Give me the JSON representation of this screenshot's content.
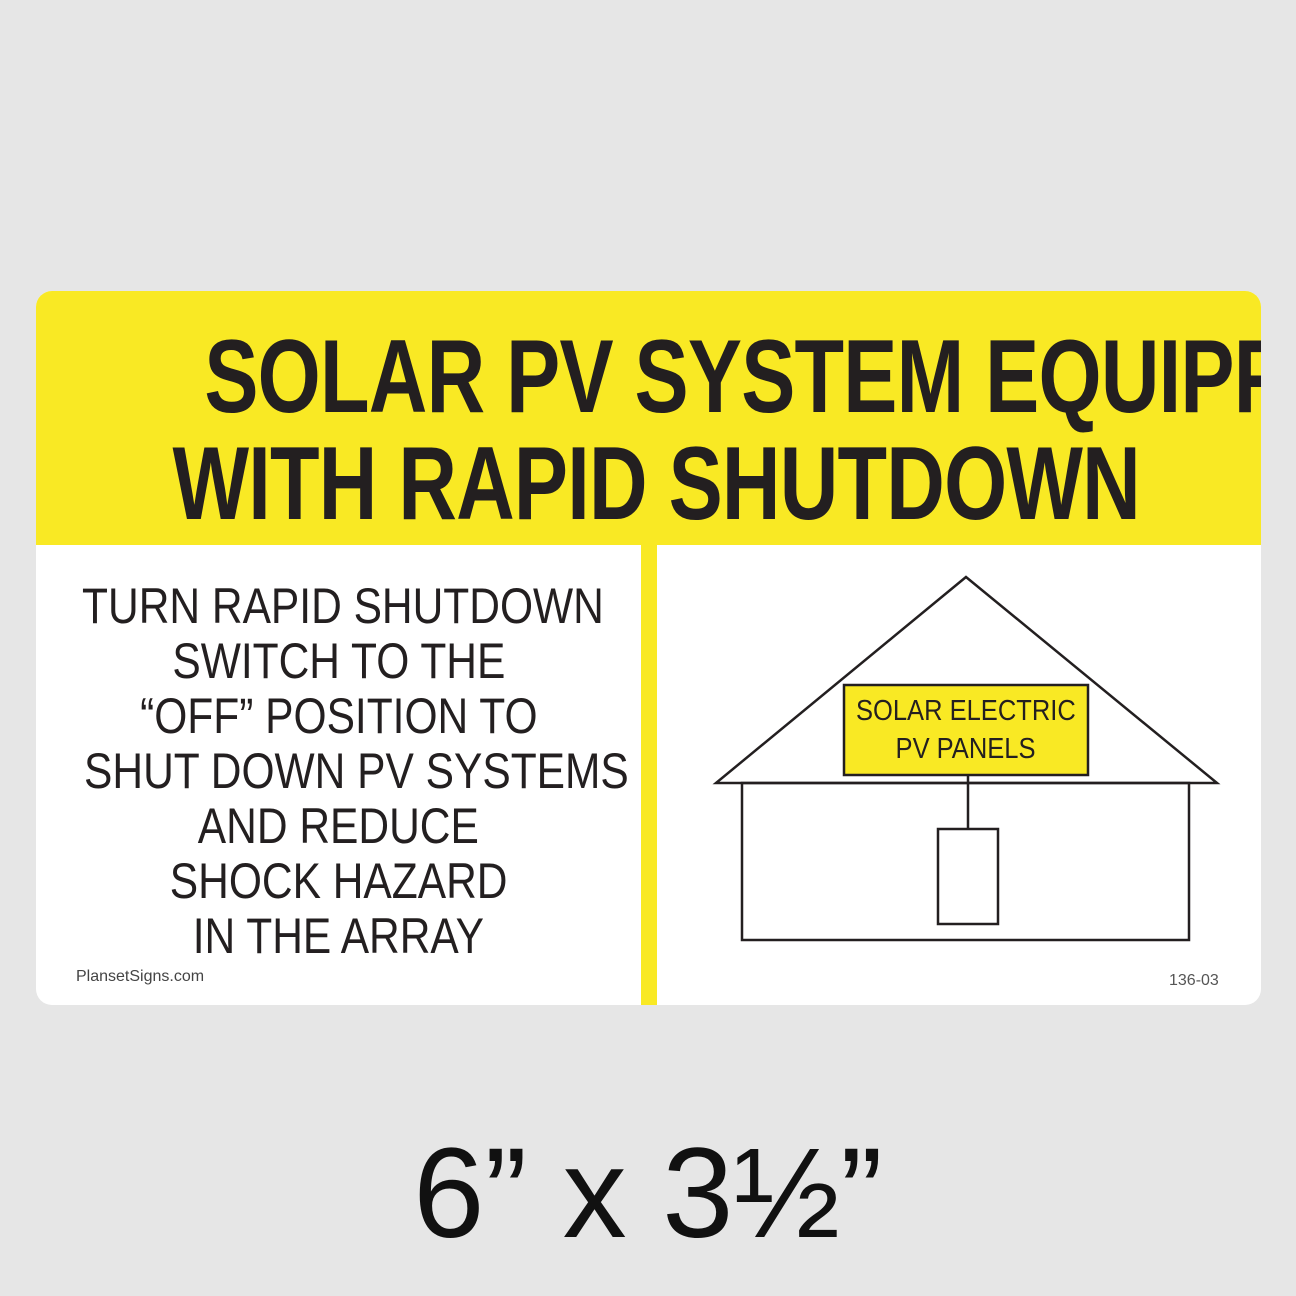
{
  "sign": {
    "title_lines": [
      "SOLAR PV SYSTEM EQUIPPED",
      "WITH RAPID SHUTDOWN"
    ],
    "instruction_lines": [
      "TURN RAPID SHUTDOWN",
      "SWITCH TO THE",
      "“OFF” POSITION TO",
      "SHUT DOWN PV SYSTEMS",
      "AND REDUCE",
      "SHOCK HAZARD",
      "IN THE ARRAY"
    ],
    "diagram_label_lines": [
      "SOLAR ELECTRIC",
      "PV PANELS"
    ],
    "brand": "PlansetSigns.com",
    "product_code": "136-03",
    "colors": {
      "yellow": "#f9e924",
      "text": "#231f20",
      "background": "#e6e6e6"
    }
  },
  "size_label": "6” x 3½”"
}
